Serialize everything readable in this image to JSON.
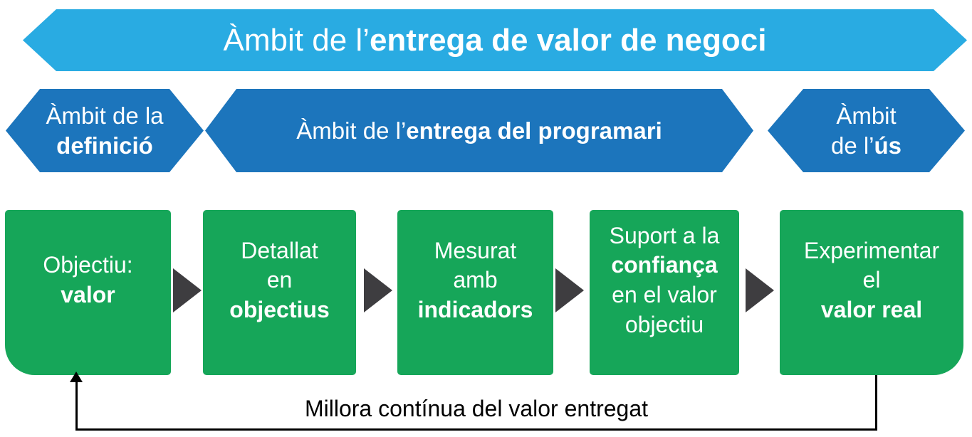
{
  "banner": {
    "prefix": "Àmbit de l’",
    "bold": "entrega de valor de negoci"
  },
  "scopes": {
    "definition": {
      "line1": "Àmbit de la",
      "line2_bold": "definició"
    },
    "software": {
      "prefix": "Àmbit de l’",
      "bold": "entrega del programari"
    },
    "usage": {
      "line1": "Àmbit",
      "line2_prefix": "de l’",
      "line2_bold": "ús"
    }
  },
  "steps": [
    {
      "lines": [
        {
          "text": "Objectiu:",
          "bold": false
        },
        {
          "text": "valor",
          "bold": true
        }
      ]
    },
    {
      "lines": [
        {
          "text": "Detallat",
          "bold": false
        },
        {
          "text": "en",
          "bold": false
        },
        {
          "text": "objectius",
          "bold": true
        }
      ]
    },
    {
      "lines": [
        {
          "text": "Mesurat",
          "bold": false
        },
        {
          "text": "amb",
          "bold": false
        },
        {
          "text": "indicadors",
          "bold": true
        }
      ]
    },
    {
      "lines": [
        {
          "text": "Suport a la",
          "bold": false
        },
        {
          "text": "confiança",
          "bold": true
        },
        {
          "text": "en el valor",
          "bold": false
        },
        {
          "text": "objectiu",
          "bold": false
        }
      ]
    },
    {
      "lines": [
        {
          "text": "Experimentar",
          "bold": false
        },
        {
          "text": "el",
          "bold": false
        },
        {
          "text": "valor real",
          "bold": true
        }
      ]
    }
  ],
  "feedback": {
    "label": "Millora contínua del valor entregat"
  },
  "icons": {
    "flow_arrow": "right-triangle-arrow",
    "feedback_arrow": "up-arrow"
  },
  "colors": {
    "banner_blue": "#29ABE2",
    "hexagon_blue": "#1C75BC",
    "step_green": "#16A659",
    "arrow_dark": "#3E3D40",
    "line_black": "#000000",
    "text_white": "#FFFFFF"
  }
}
